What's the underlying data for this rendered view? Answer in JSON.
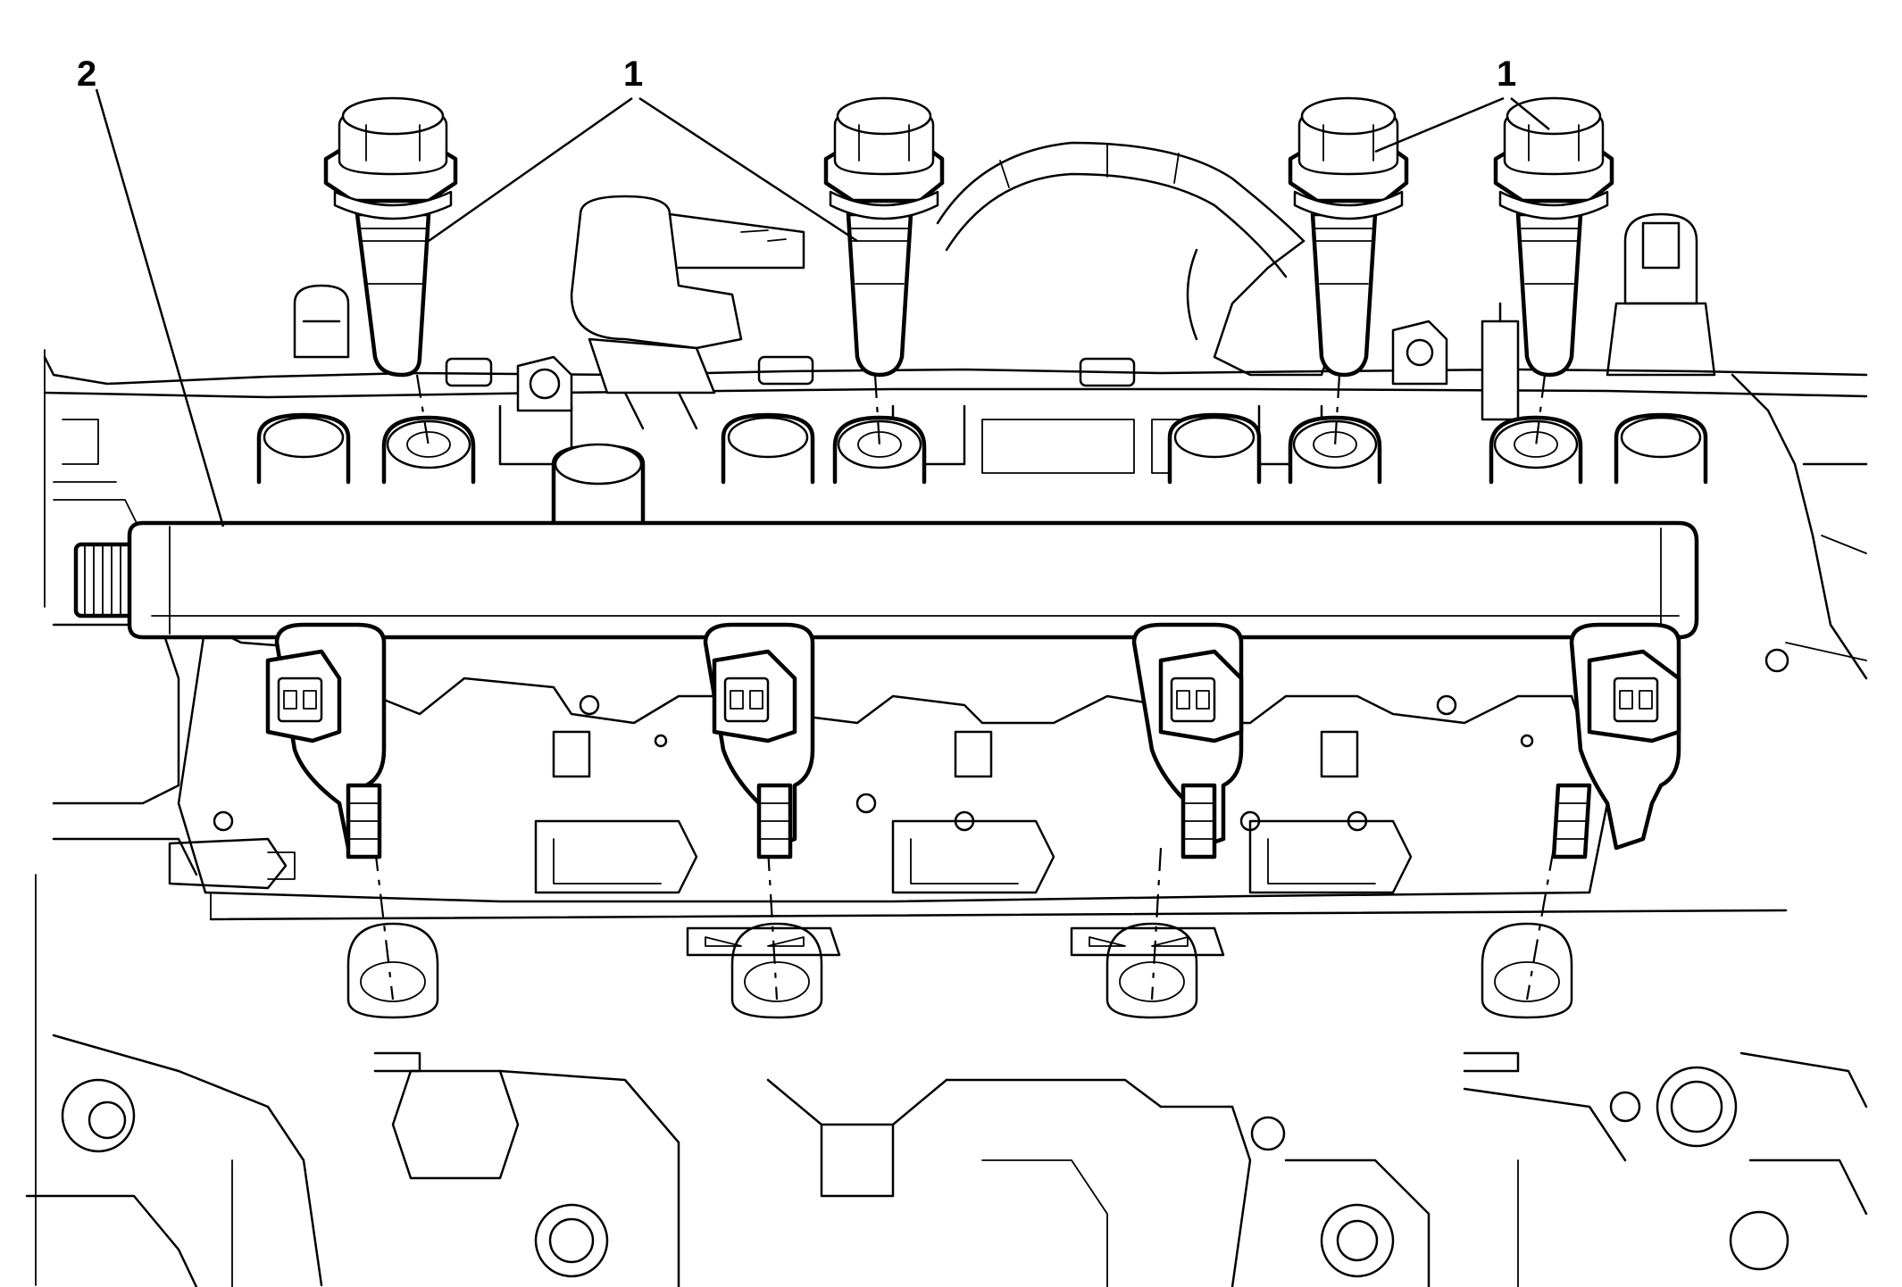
{
  "callouts": [
    {
      "id": "callout-2",
      "label": "2"
    },
    {
      "id": "callout-1-left",
      "label": "1"
    },
    {
      "id": "callout-1-right",
      "label": "1"
    }
  ],
  "colors": {
    "line": "#000000",
    "background": "#ffffff"
  }
}
